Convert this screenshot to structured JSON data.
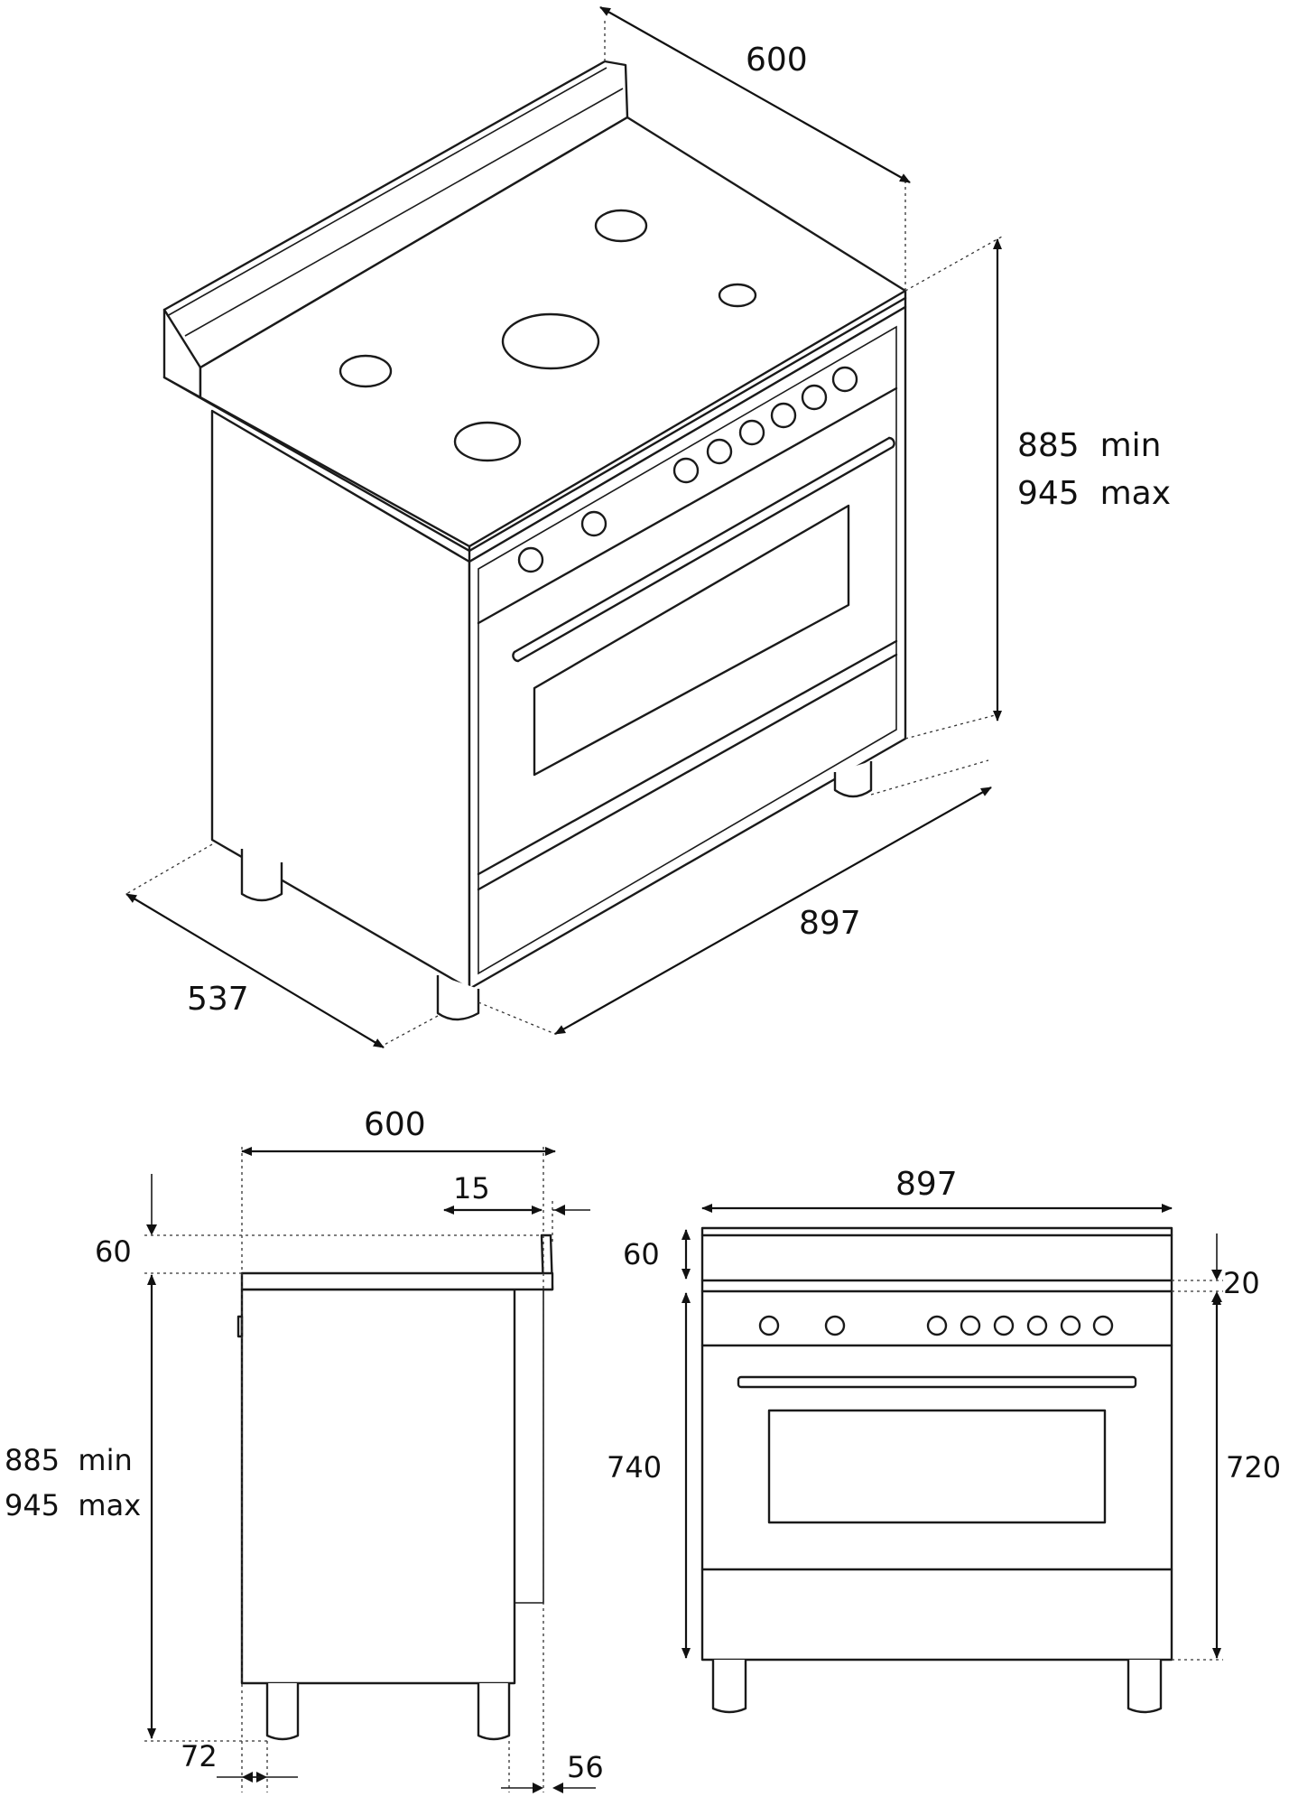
{
  "perspective_view": {
    "depth_top": "600",
    "height_min": "885  min",
    "height_max": "945  max",
    "width_front": "897",
    "depth_side": "537"
  },
  "side_view": {
    "depth": "600",
    "offset_top": "15",
    "backguard_height": "60",
    "height_min": "885  min",
    "height_max": "945  max",
    "foot_offset_front": "72",
    "foot_offset_back": "56"
  },
  "front_view": {
    "width": "897",
    "backguard_height": "60",
    "body_height": "740",
    "top_offset": "20",
    "cavity_height": "720"
  }
}
